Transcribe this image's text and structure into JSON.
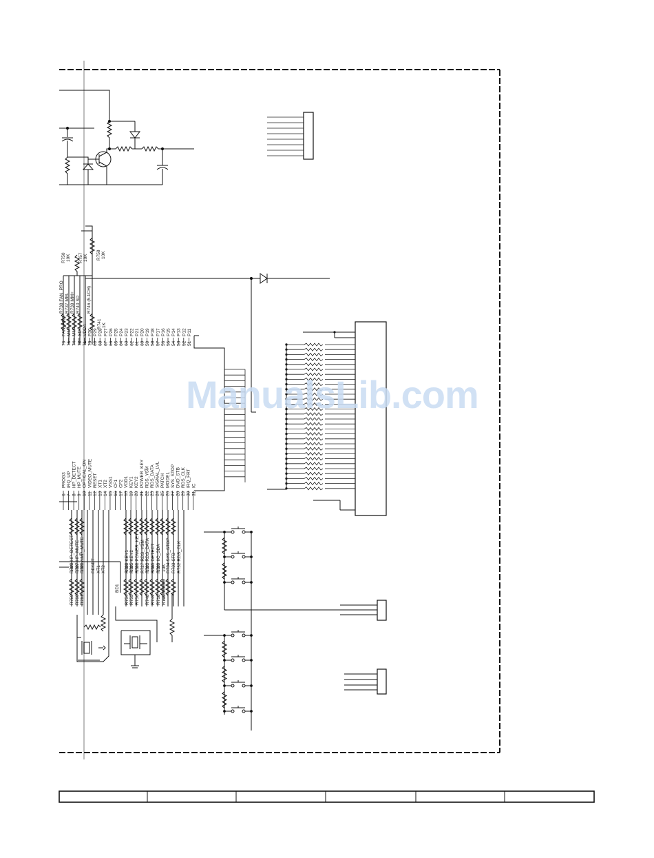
{
  "watermark": {
    "text": "ManualsLib.com",
    "color": "#c9dcf3"
  },
  "upper_resistors": {
    "r750": {
      "ref": "R750",
      "value": "10K"
    },
    "r757": {
      "ref": "R757",
      "value": "10K"
    },
    "r758": {
      "ref": "R758",
      "value": "10K"
    },
    "r741": {
      "ref": "R741",
      "value": "1K"
    }
  },
  "upper_net_labels": [
    "R738 FAN_PRO",
    "R737 MM-",
    "R739 MM+",
    "R740 SD",
    "R746 (5.1CH)"
  ],
  "ic_pins_upper": [
    {
      "num": "76",
      "name": "FAN_PRO"
    },
    {
      "num": "75",
      "name": "MM-"
    },
    {
      "num": "74",
      "name": "MM+"
    },
    {
      "num": "73",
      "name": "SD"
    },
    {
      "num": "71",
      "name": "VDD4"
    },
    {
      "num": "70",
      "name": "P30"
    },
    {
      "num": "69",
      "name": "P29"
    },
    {
      "num": "68",
      "name": "P28"
    },
    {
      "num": "67",
      "name": "P27"
    },
    {
      "num": "66",
      "name": "P26"
    },
    {
      "num": "65",
      "name": "P25"
    },
    {
      "num": "64",
      "name": "P24"
    },
    {
      "num": "63",
      "name": "P23"
    },
    {
      "num": "62",
      "name": "P22"
    },
    {
      "num": "61",
      "name": "P21"
    },
    {
      "num": "60",
      "name": "P20"
    },
    {
      "num": "59",
      "name": "P19"
    },
    {
      "num": "58",
      "name": "P18"
    },
    {
      "num": "57",
      "name": "P17"
    },
    {
      "num": "56",
      "name": "P16"
    },
    {
      "num": "55",
      "name": "P15"
    },
    {
      "num": "54",
      "name": "P14"
    },
    {
      "num": "53",
      "name": "P13"
    },
    {
      "num": "52",
      "name": "P12"
    },
    {
      "num": "51",
      "name": "P11"
    }
  ],
  "ic_pins_lower": [
    {
      "num": "6",
      "name": "PROG3"
    },
    {
      "num": "7",
      "name": "IRQ_UP"
    },
    {
      "num": "8",
      "name": "HP_DETECT"
    },
    {
      "num": "9",
      "name": "HP_MUTE"
    },
    {
      "num": "10",
      "name": "OPTICAL_ON"
    },
    {
      "num": "11",
      "name": "VIDEO_MUTE"
    },
    {
      "num": "12",
      "name": "RESET"
    },
    {
      "num": "13",
      "name": "XT1"
    },
    {
      "num": "14",
      "name": "XT2"
    },
    {
      "num": "15",
      "name": "VSS1"
    },
    {
      "num": "16",
      "name": "CF1"
    },
    {
      "num": "17",
      "name": "CF2"
    },
    {
      "num": "18",
      "name": "VDD1"
    },
    {
      "num": "19",
      "name": "KEY1"
    },
    {
      "num": "20",
      "name": "KEY2"
    },
    {
      "num": "21",
      "name": "POWER_KEY"
    },
    {
      "num": "22",
      "name": "RDS_YSM"
    },
    {
      "num": "23",
      "name": "RDS_DATA"
    },
    {
      "num": "24",
      "name": "SIGNAL_LVL"
    },
    {
      "num": "25",
      "name": "PATCH"
    },
    {
      "num": "26",
      "name": "MODEL"
    },
    {
      "num": "27",
      "name": "SYS_STOP"
    },
    {
      "num": "28",
      "name": "DVD_STB"
    },
    {
      "num": "29",
      "name": "RDS_CLK"
    },
    {
      "num": "30",
      "name": "IRQ_FRT"
    },
    {
      "num": "31",
      "name": "IC"
    }
  ],
  "lower_net_labels": [
    "R728 HP_DETECT",
    "R727 HP_MUTE",
    "R729 AMP_MUTE",
    "RESET",
    "XT1",
    "XT2",
    "R728 KEY1",
    "R725 KEY2",
    "R726 POWER_KEY",
    "R727 RDS_YSM",
    "R723 RDS_DATA",
    "R735 DETECT",
    "R729 IIC_SDA",
    "R734 SYS_STOP",
    "R733 STB",
    "R732 RDS_CLK"
  ],
  "lower_resistor_refs": [
    "R759",
    "R760",
    "R761",
    "R754",
    "R755",
    "R756",
    "R748",
    "R749",
    "R718",
    "R719"
  ],
  "lower_resistor_values": [
    "10K",
    "10K",
    "10K",
    "10K",
    "10K",
    "10K",
    "10K",
    "10K",
    "10K",
    "10K"
  ],
  "misc_labels": {
    "bead": "BD1"
  },
  "footer_table": {
    "columns": [
      "",
      "",
      "",
      "",
      "",
      ""
    ]
  }
}
